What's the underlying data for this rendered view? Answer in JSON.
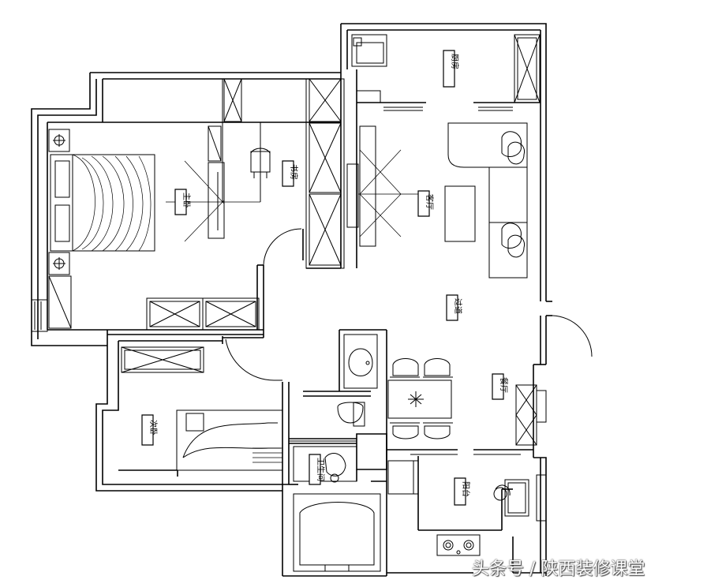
{
  "labels": {
    "kitchen": "厨房",
    "living_room": "客厅",
    "master_bedroom": "主卧",
    "study": "书房",
    "second_bedroom": "次卧",
    "dining_room": "餐厅",
    "corridor": "过道",
    "bathroom": "卫生间",
    "balcony": "阳台"
  },
  "watermark": "头条号 / 陕西装修课堂",
  "colors": {
    "line": "#000000",
    "background": "#ffffff"
  }
}
